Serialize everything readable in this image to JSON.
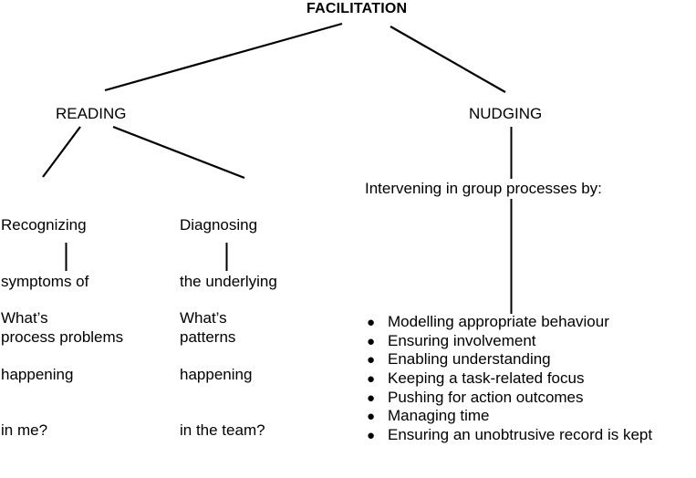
{
  "diagram": {
    "type": "tree",
    "title": "FACILITATION",
    "branches": {
      "left": {
        "label": "READING",
        "children": [
          {
            "heading_lines": [
              "Recognizing",
              "symptoms of",
              "process problems"
            ],
            "question_lines": [
              "What’s",
              "happening",
              "in me?"
            ]
          },
          {
            "heading_lines": [
              "Diagnosing",
              "the underlying",
              "patterns"
            ],
            "question_lines": [
              "What’s",
              "happening",
              "in the team?"
            ]
          }
        ]
      },
      "right": {
        "label": "NUDGING",
        "lead_in": "Intervening in group processes by:",
        "bullet_glyph": "●",
        "bullets": [
          "Modelling appropriate behaviour",
          "Ensuring involvement",
          "Enabling understanding",
          "Keeping a task-related focus",
          "Pushing for action outcomes",
          "Managing time",
          "Ensuring an unobtrusive record is kept"
        ]
      }
    },
    "colors": {
      "background": "#ffffff",
      "ink": "#000000"
    }
  }
}
